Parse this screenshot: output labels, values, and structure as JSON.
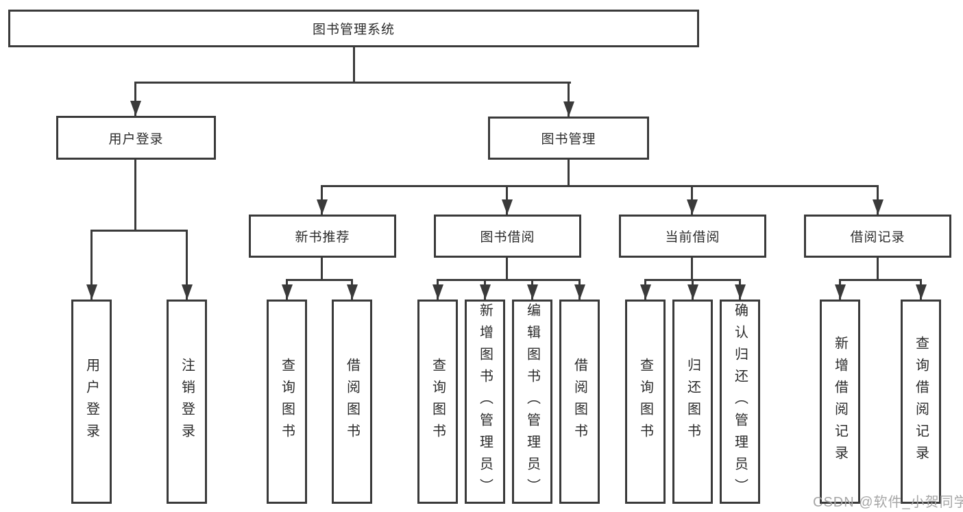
{
  "title": "图书管理系统",
  "branches": {
    "user_login": {
      "label": "用户登录",
      "children": [
        "用户登录",
        "注销登录"
      ]
    },
    "book_mgmt": {
      "label": "图书管理",
      "sections": [
        {
          "label": "新书推荐",
          "children": [
            "查询图书",
            "借阅图书"
          ]
        },
        {
          "label": "图书借阅",
          "children": [
            "查询图书",
            "新增图书（管理员）",
            "编辑图书（管理员）",
            "借阅图书"
          ]
        },
        {
          "label": "当前借阅",
          "children": [
            "查询图书",
            "归还图书",
            "确认归还（管理员）"
          ]
        },
        {
          "label": "借阅记录",
          "children": [
            "新增借阅记录",
            "查询借阅记录"
          ]
        }
      ]
    }
  },
  "watermark": "CSDN @软件_小贺同学",
  "colors": {
    "line": "#3a3a3a",
    "text": "#2b2b2b",
    "watermark": "#a6a6a6",
    "background": "#ffffff"
  }
}
